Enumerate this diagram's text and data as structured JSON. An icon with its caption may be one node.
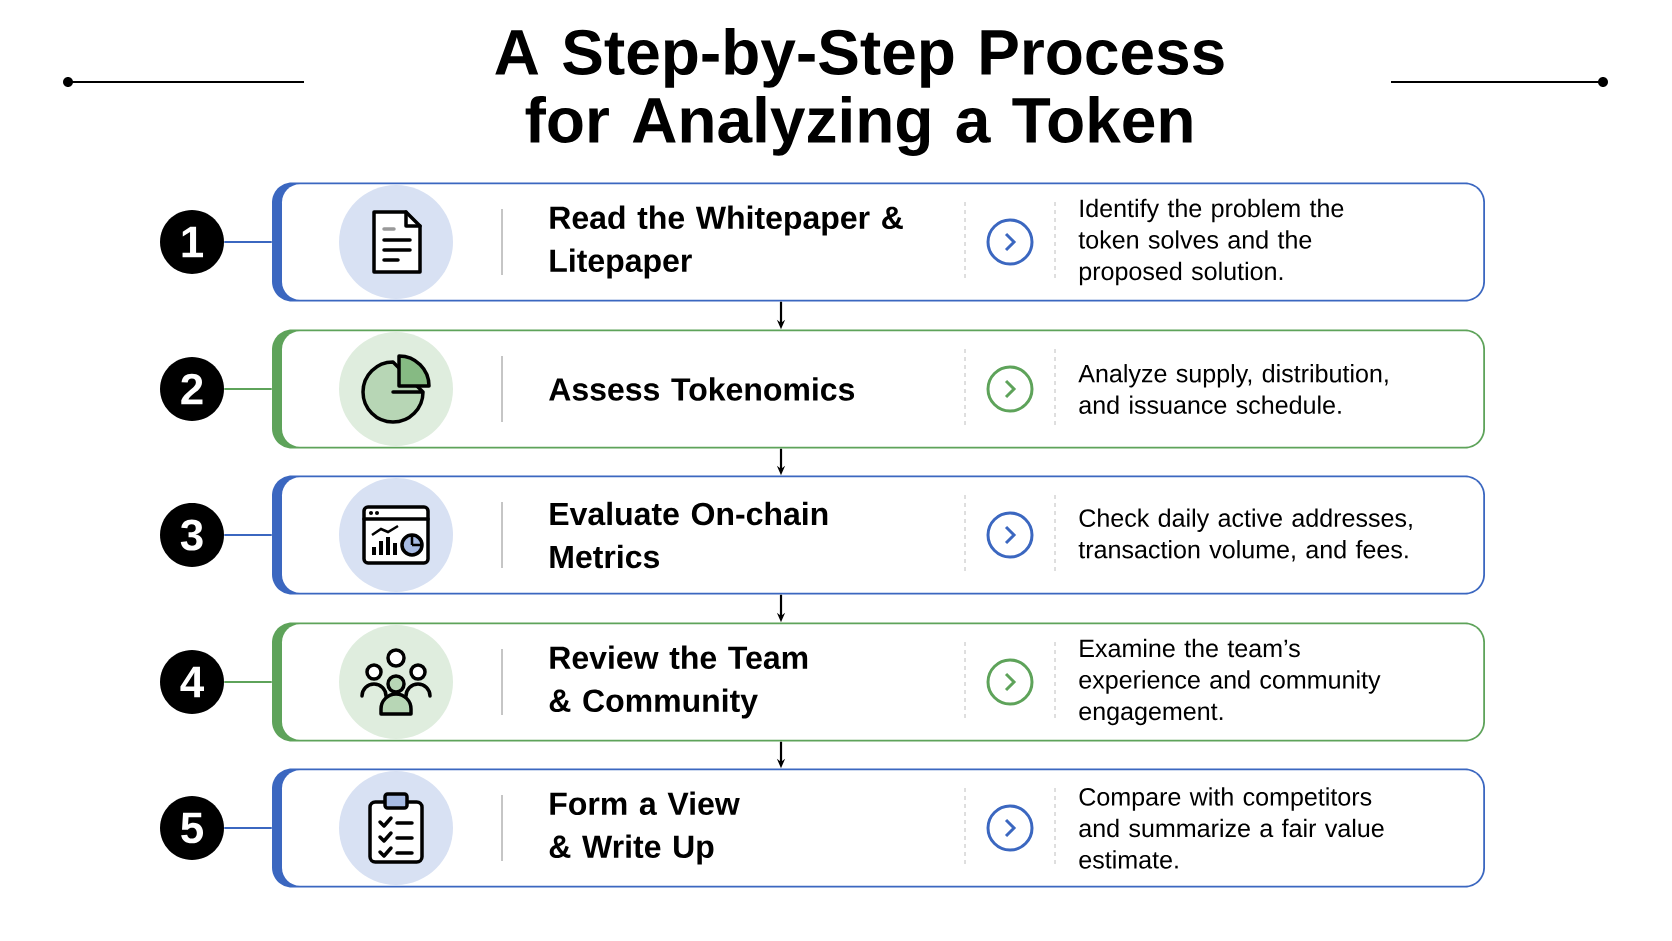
{
  "diagram": {
    "title": "A Step-by-Step Process for Analyzing a Token",
    "nodes": [
      {
        "text": [
          "1"
        ]
      },
      {
        "text": [
          "Read the Whitepaper & Litepaper",
          "Identify the problem the token solves and the proposed solution."
        ]
      },
      {
        "text": [
          "2"
        ]
      },
      {
        "text": [
          "Assess Tokenomics",
          "Analyze supply, distribution, and issuance schedule."
        ]
      },
      {
        "text": [
          "3"
        ]
      },
      {
        "text": [
          "Evaluate On-chain Metrics",
          "Check daily active addresses, transaction volume, and fees."
        ]
      },
      {
        "text": [
          "4"
        ]
      },
      {
        "text": [
          "Review the Team & Community",
          "Examine the team’s experience and community engagement."
        ]
      },
      {
        "text": [
          "5"
        ]
      },
      {
        "text": [
          "Form a View & Write Up",
          "Compare with competitors and summarize a fair value estimate."
        ]
      }
    ],
    "edges": [
      {
        "from": 0,
        "to": 1,
        "arrow": "none",
        "color": "#3b67c0"
      },
      {
        "from": 2,
        "to": 3,
        "arrow": "none",
        "color": "#5ea35a"
      },
      {
        "from": 4,
        "to": 5,
        "arrow": "none",
        "color": "#3b67c0"
      },
      {
        "from": 6,
        "to": 7,
        "arrow": "none",
        "color": "#5ea35a"
      },
      {
        "from": 8,
        "to": 9,
        "arrow": "none",
        "color": "#3b67c0"
      },
      {
        "from": 1,
        "to": 3,
        "arrow": "to"
      },
      {
        "from": 3,
        "to": 5,
        "arrow": "to"
      },
      {
        "from": 5,
        "to": 7,
        "arrow": "to"
      },
      {
        "from": 7,
        "to": 9,
        "arrow": "to"
      }
    ]
  }
}
